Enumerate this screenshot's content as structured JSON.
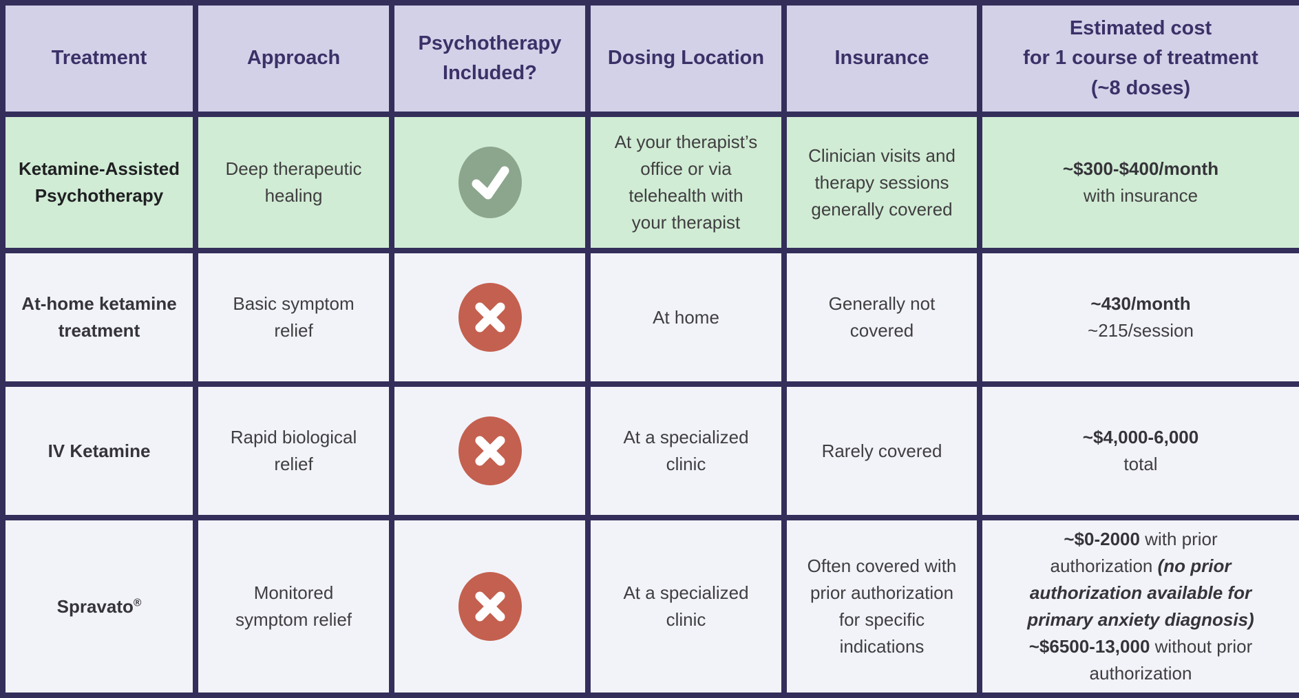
{
  "colors": {
    "border": "#342e5b",
    "header_bg": "#d2d1e8",
    "header_text": "#3b3167",
    "highlight_row_bg": "#d1ecd4",
    "row_bg": "#f2f3f9",
    "body_text": "#3f3e41",
    "check_circle": "#8ca68d",
    "cross_circle": "#c4604f",
    "icon_glyph": "#ffffff"
  },
  "table": {
    "columns": [
      {
        "label": "Treatment"
      },
      {
        "label": "Approach"
      },
      {
        "label": "Psychotherapy\nIncluded?"
      },
      {
        "label": "Dosing Location"
      },
      {
        "label": "Insurance"
      },
      {
        "label": "Estimated cost\nfor 1 course of treatment\n(~8 doses)"
      }
    ],
    "rows": [
      {
        "name": "Ketamine-Assisted Psychotherapy",
        "highlighted": true,
        "psychotherapy_included": "yes",
        "cells": {
          "treatment": [
            {
              "text": "Ketamine-Assisted\nPsychotherapy",
              "bold": true
            }
          ],
          "approach": [
            {
              "text": "Deep therapeutic\nhealing"
            }
          ],
          "dosing_location": [
            {
              "text": "At your therapist’s\noffice or via\ntelehealth with\nyour therapist"
            }
          ],
          "insurance": [
            {
              "text": "Clinician visits and\ntherapy sessions\ngenerally covered"
            }
          ],
          "estimated_cost": [
            {
              "text": "~$300-$400/month",
              "bold": true
            },
            {
              "text": "\nwith insurance"
            }
          ]
        }
      },
      {
        "name": "At-home ketamine treatment",
        "highlighted": false,
        "psychotherapy_included": "no",
        "cells": {
          "treatment": [
            {
              "text": "At-home ketamine\ntreatment",
              "bold": true
            }
          ],
          "approach": [
            {
              "text": "Basic symptom\nrelief"
            }
          ],
          "dosing_location": [
            {
              "text": "At home"
            }
          ],
          "insurance": [
            {
              "text": "Generally not\ncovered"
            }
          ],
          "estimated_cost": [
            {
              "text": "~430/month",
              "bold": true
            },
            {
              "text": "\n~215/session"
            }
          ]
        }
      },
      {
        "name": "IV Ketamine",
        "highlighted": false,
        "psychotherapy_included": "no",
        "cells": {
          "treatment": [
            {
              "text": "IV Ketamine",
              "bold": true
            }
          ],
          "approach": [
            {
              "text": "Rapid biological\nrelief"
            }
          ],
          "dosing_location": [
            {
              "text": "At a specialized\nclinic"
            }
          ],
          "insurance": [
            {
              "text": "Rarely covered"
            }
          ],
          "estimated_cost": [
            {
              "text": "~$4,000-6,000",
              "bold": true
            },
            {
              "text": "\ntotal"
            }
          ]
        }
      },
      {
        "name": "Spravato®",
        "highlighted": false,
        "psychotherapy_included": "no",
        "cells": {
          "treatment": [
            {
              "text": "Spravato",
              "bold": true
            },
            {
              "text": "®",
              "bold": true,
              "sup": true
            }
          ],
          "approach": [
            {
              "text": "Monitored\nsymptom relief"
            }
          ],
          "dosing_location": [
            {
              "text": "At a specialized\nclinic"
            }
          ],
          "insurance": [
            {
              "text": "Often covered with\nprior authorization\nfor specific\nindications"
            }
          ],
          "estimated_cost": [
            {
              "text": "~$0-2000",
              "bold": true
            },
            {
              "text": " with prior\nauthorization "
            },
            {
              "text": "(no prior\nauthorization available for\nprimary anxiety diagnosis)",
              "bold": true,
              "italic": true
            },
            {
              "text": "\n"
            },
            {
              "text": "~$6500-13,000",
              "bold": true
            },
            {
              "text": " without prior\nauthorization"
            }
          ]
        }
      }
    ]
  }
}
